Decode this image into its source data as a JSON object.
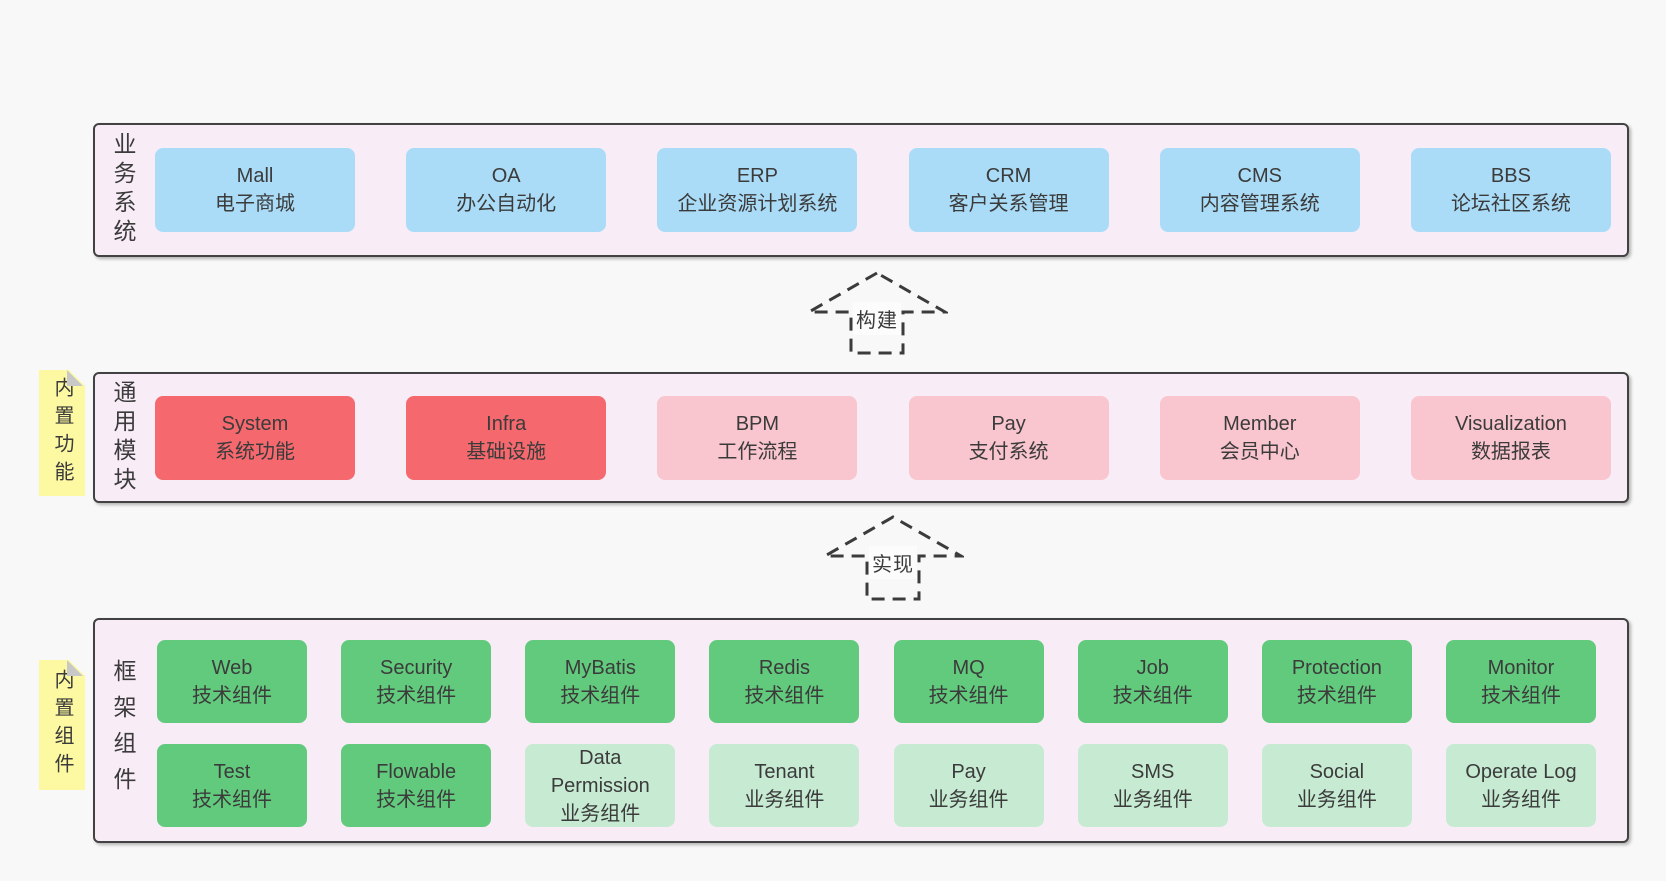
{
  "layers": [
    {
      "label": "业务系统",
      "boxes": [
        {
          "title": "Mall",
          "subtitle": "电子商城",
          "variant": "blue"
        },
        {
          "title": "OA",
          "subtitle": "办公自动化",
          "variant": "blue"
        },
        {
          "title": "ERP",
          "subtitle": "企业资源计划系统",
          "variant": "blue"
        },
        {
          "title": "CRM",
          "subtitle": "客户关系管理",
          "variant": "blue"
        },
        {
          "title": "CMS",
          "subtitle": "内容管理系统",
          "variant": "blue"
        },
        {
          "title": "BBS",
          "subtitle": "论坛社区系统",
          "variant": "blue"
        }
      ]
    },
    {
      "label": "通用模块",
      "note": "内置功能",
      "boxes": [
        {
          "title": "System",
          "subtitle": "系统功能",
          "variant": "red"
        },
        {
          "title": "Infra",
          "subtitle": "基础设施",
          "variant": "red"
        },
        {
          "title": "BPM",
          "subtitle": "工作流程",
          "variant": "pink"
        },
        {
          "title": "Pay",
          "subtitle": "支付系统",
          "variant": "pink"
        },
        {
          "title": "Member",
          "subtitle": "会员中心",
          "variant": "pink"
        },
        {
          "title": "Visualization",
          "subtitle": "数据报表",
          "variant": "pink"
        }
      ]
    },
    {
      "label": "框架组件",
      "note": "内置组件",
      "row1": [
        {
          "title": "Web",
          "subtitle": "技术组件",
          "variant": "green"
        },
        {
          "title": "Security",
          "subtitle": "技术组件",
          "variant": "green"
        },
        {
          "title": "MyBatis",
          "subtitle": "技术组件",
          "variant": "green"
        },
        {
          "title": "Redis",
          "subtitle": "技术组件",
          "variant": "green"
        },
        {
          "title": "MQ",
          "subtitle": "技术组件",
          "variant": "green"
        },
        {
          "title": "Job",
          "subtitle": "技术组件",
          "variant": "green"
        },
        {
          "title": "Protection",
          "subtitle": "技术组件",
          "variant": "green"
        },
        {
          "title": "Monitor",
          "subtitle": "技术组件",
          "variant": "green"
        }
      ],
      "row2": [
        {
          "title": "Test",
          "subtitle": "技术组件",
          "variant": "green"
        },
        {
          "title": "Flowable",
          "subtitle": "技术组件",
          "variant": "green"
        },
        {
          "title": "Data Permission",
          "subtitle": "业务组件",
          "variant": "lightgreen"
        },
        {
          "title": "Tenant",
          "subtitle": "业务组件",
          "variant": "lightgreen"
        },
        {
          "title": "Pay",
          "subtitle": "业务组件",
          "variant": "lightgreen"
        },
        {
          "title": "SMS",
          "subtitle": "业务组件",
          "variant": "lightgreen"
        },
        {
          "title": "Social",
          "subtitle": "业务组件",
          "variant": "lightgreen"
        },
        {
          "title": "Operate Log",
          "subtitle": "业务组件",
          "variant": "lightgreen"
        }
      ]
    }
  ],
  "arrows": [
    {
      "label": "构建"
    },
    {
      "label": "实现"
    }
  ],
  "palette": {
    "page_bg": "#f8f8f8",
    "container_bg": "#f8edf7",
    "container_border": "#424242",
    "blue": "#aadcf7",
    "red": "#f5696e",
    "pink": "#f9c6cf",
    "green": "#62ca7c",
    "lightgreen": "#c6ebd2",
    "note_yellow": "#fcf9a2",
    "note_fold_gray": "#c8c8c8",
    "text": "#3b3b3b"
  }
}
